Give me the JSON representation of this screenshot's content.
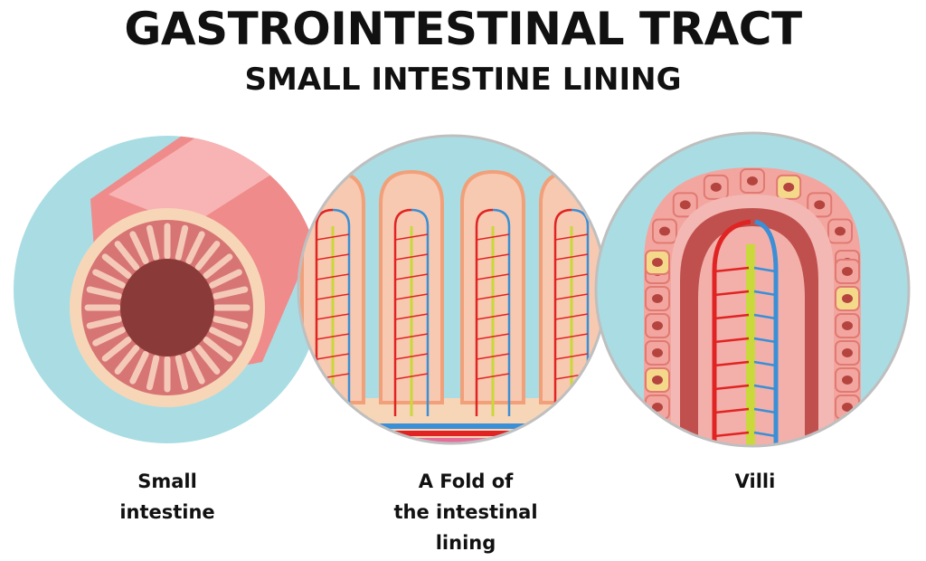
{
  "title": "GASTROINTESTINAL TRACT",
  "subtitle": "SMALL INTESTINE LINING",
  "panels": [
    {
      "name": "small-intestine",
      "caption_lines": [
        "Small",
        "intestine"
      ]
    },
    {
      "name": "intestinal-fold",
      "caption_lines": [
        "A Fold of",
        "the intestinal",
        "lining"
      ]
    },
    {
      "name": "villi",
      "caption_lines": [
        "Villi"
      ]
    }
  ],
  "colors": {
    "background_circle": "#a9dde3",
    "circle_border": "#bfbfbf",
    "tissue_pink": "#f29a9a",
    "tissue_light": "#f8c6b8",
    "lumen": "#8b3a3a",
    "artery": "#e02424",
    "vein": "#3a8fd6",
    "lacteal": "#c9d83a",
    "cell": "#f3a6a0",
    "cell_yellow": "#f5d98a"
  }
}
